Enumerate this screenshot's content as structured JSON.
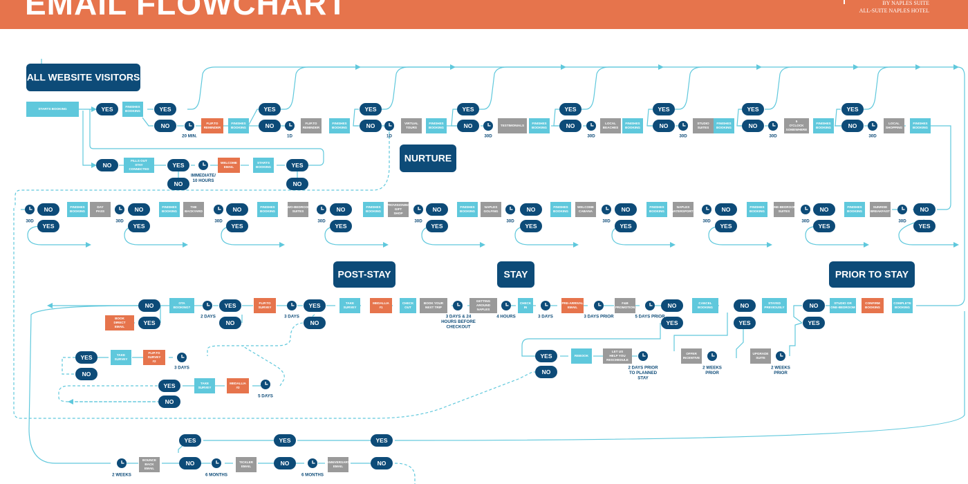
{
  "header": {
    "title": "EMAIL FLOWCHART",
    "by_line": "BY NAPLES SUITE",
    "hotel": "ALL-SUITE NAPLES HOTEL"
  },
  "colors": {
    "header": "#e6744c",
    "navy": "#0d4b78",
    "light_blue": "#5fc8dc",
    "gray": "#9a9a9a",
    "orange": "#e6744c",
    "line": "#5fc8dc"
  },
  "sections": {
    "all_visitors": "ALL WEBSITE VISITORS",
    "nurture": "NURTURE",
    "post_stay": "POST-STAY",
    "stay": "STAY",
    "prior": "PRIOR TO STAY"
  },
  "labels": {
    "yes": "YES",
    "no": "NO",
    "starts_booking_main": "STARTS BOOKING",
    "finishes_booking": "FINISHES BOOKING",
    "flip_reminder": "FLIP.TO REMINDER",
    "virtual_tours": "VIRTUAL TOURS",
    "testimonials": "TESTIMONIALS",
    "local_beaches": "LOCAL BEACHES",
    "studio_suites": "STUDIO SUITES",
    "five_oclock": "5 O'CLOCK SOMEWHERE",
    "local_shopping": "LOCAL SHOPPING",
    "fills_form": "FILLS OUT STAY CONNECTED FORM",
    "welcome_email": "WELCOME EMAIL",
    "starts_booking": "STARTS BOOKING",
    "day_pass": "DAY PASS",
    "the_backyard": "THE BACKYARD",
    "two_bedroom": "TWO-BEDROOM SUITES",
    "provisioning": "PROVISIONING GIFT SHOP",
    "naples_golfing": "NAPLES GOLFING",
    "welcome_cabana": "WELCOME CABANA",
    "naples_watersports": "NAPLES WATERSPORTS",
    "one_bedroom": "ONE-BEDROOM SUITES",
    "sunrise_breakfast": "SUNRISE BREAKFAST",
    "ota_booking": "OTA BOOKING?",
    "book_direct": "BOOK DIRECT EMAIL",
    "flip_survey": "FLIP.TO SURVEY",
    "take_survey": "TAKE SURVEY",
    "medallia_1": "MEDALLIA #1",
    "check_out": "CHECK OUT",
    "book_next_trip": "BOOK YOUR NEXT TRIP",
    "getting_around": "GETTING AROUND NAPLES",
    "check_in": "CHECK IN",
    "pre_arrival": "PRE-ARRIVAL EMAIL",
    "fb_promotion": "F&B PROMOTION",
    "cancel_booking": "CANCEL BOOKING",
    "stayed_previously": "STAYED PREVIOUSLY",
    "studio_or_one": "STUDIO OR ONE-BEDROOM",
    "confirm_booking": "CONFIRM BOOKING",
    "complete_booking": "COMPLETE BOOKING",
    "flip_survey_2": "FLIP.TO SURVEY #2",
    "medallia_2": "MEDALLIA #2",
    "rebook": "REBOOK",
    "let_us_help": "LET US HELP YOU RESCHEDULE",
    "offer_incentive": "OFFER INCENTIVE",
    "upgrade_suite": "UPGRADE SUITE",
    "bounce_back": "BOUNCE BACK EMAIL",
    "tickler": "TICKLER EMAIL",
    "anniversary": "ANNIVERSARY EMAIL",
    "t_20min": "20 MIN.",
    "t_1d": "1D",
    "t_30d": "30D",
    "t_immediate": "IMMEDIATE/ 10 HOURS",
    "t_2days": "2 DAYS",
    "t_3days": "3 DAYS",
    "t_5days": "5 DAYS",
    "t_checkout": "3 DAYS & 24 HOURS BEFORE CHECKOUT",
    "t_4hours": "4 HOURS",
    "t_3prior": "3 DAYS PRIOR",
    "t_5prior": "5 DAYS PRIOR",
    "t_2prior_planned": "2 DAYS PRIOR TO PLANNED STAY",
    "t_2weeks_prior": "2 WEEKS PRIOR",
    "t_2weeks": "2 WEEKS",
    "t_6months": "6 MONTHS"
  }
}
